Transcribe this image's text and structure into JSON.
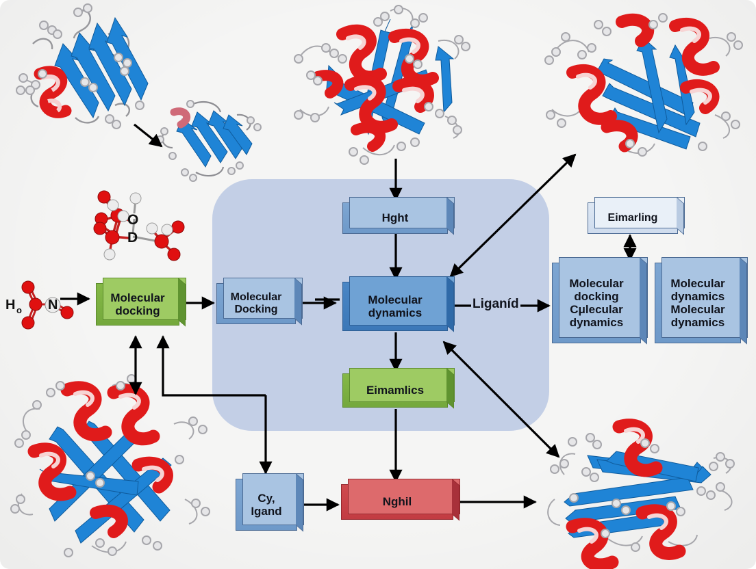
{
  "figure": {
    "background_color": "#f5f5f4",
    "panel_color": "#c3cfe6"
  },
  "colors": {
    "blue_mid": "#6e99c9",
    "blue_dark": "#3c78b8",
    "blue_pale": "#cfdcee",
    "green": "#74a83c",
    "red": "#c23c42",
    "helix_red": "#e01b1b",
    "sheet_blue": "#1f84d6",
    "loop_gray": "#b9b9bd",
    "oxygen_red": "#e01010",
    "atom_white": "#e8e8e8",
    "arrow_black": "#000000"
  },
  "boxes": {
    "docking_green": {
      "label": "Molecular\ndocking",
      "style": "green"
    },
    "docking_blue": {
      "label": "Molecular\nDocking",
      "style": "blue_mid"
    },
    "hght": {
      "label": "Hght",
      "style": "blue_mid"
    },
    "dynamics_center": {
      "label": "Molecular\ndynamics",
      "style": "blue_dark"
    },
    "eimamlics": {
      "label": "Eimamlics",
      "style": "green"
    },
    "eimarling": {
      "label": "Eimarling",
      "style": "blue_pale"
    },
    "right_docking": {
      "label": "Molecular\ndocking\nCμlecular\ndynamics",
      "style": "blue_mid"
    },
    "right_dynamics": {
      "label": "Molecular\ndynamics\nMolecular\ndynamics",
      "style": "blue_mid"
    },
    "cy_ligand": {
      "label": "Cy,\nIgand",
      "style": "blue_mid"
    },
    "nghil": {
      "label": "Nghil",
      "style": "red"
    }
  },
  "edge_labels": {
    "ligand": "Liganíd"
  },
  "molecule_labels": {
    "nitro_h": "H",
    "nitro_o_sub": "o",
    "nitro_n": "N",
    "upper_o": "O",
    "upper_d": "D"
  },
  "structures": {
    "top_left": "protein-ribbon-beta-sheet",
    "top_left_small": "protein-ribbon-beta-barrel",
    "top_center": "protein-ribbon-globular",
    "top_right": "protein-ribbon-globular",
    "bottom_left": "protein-ribbon-globular",
    "bottom_right": "protein-ribbon-sheet-helix"
  }
}
